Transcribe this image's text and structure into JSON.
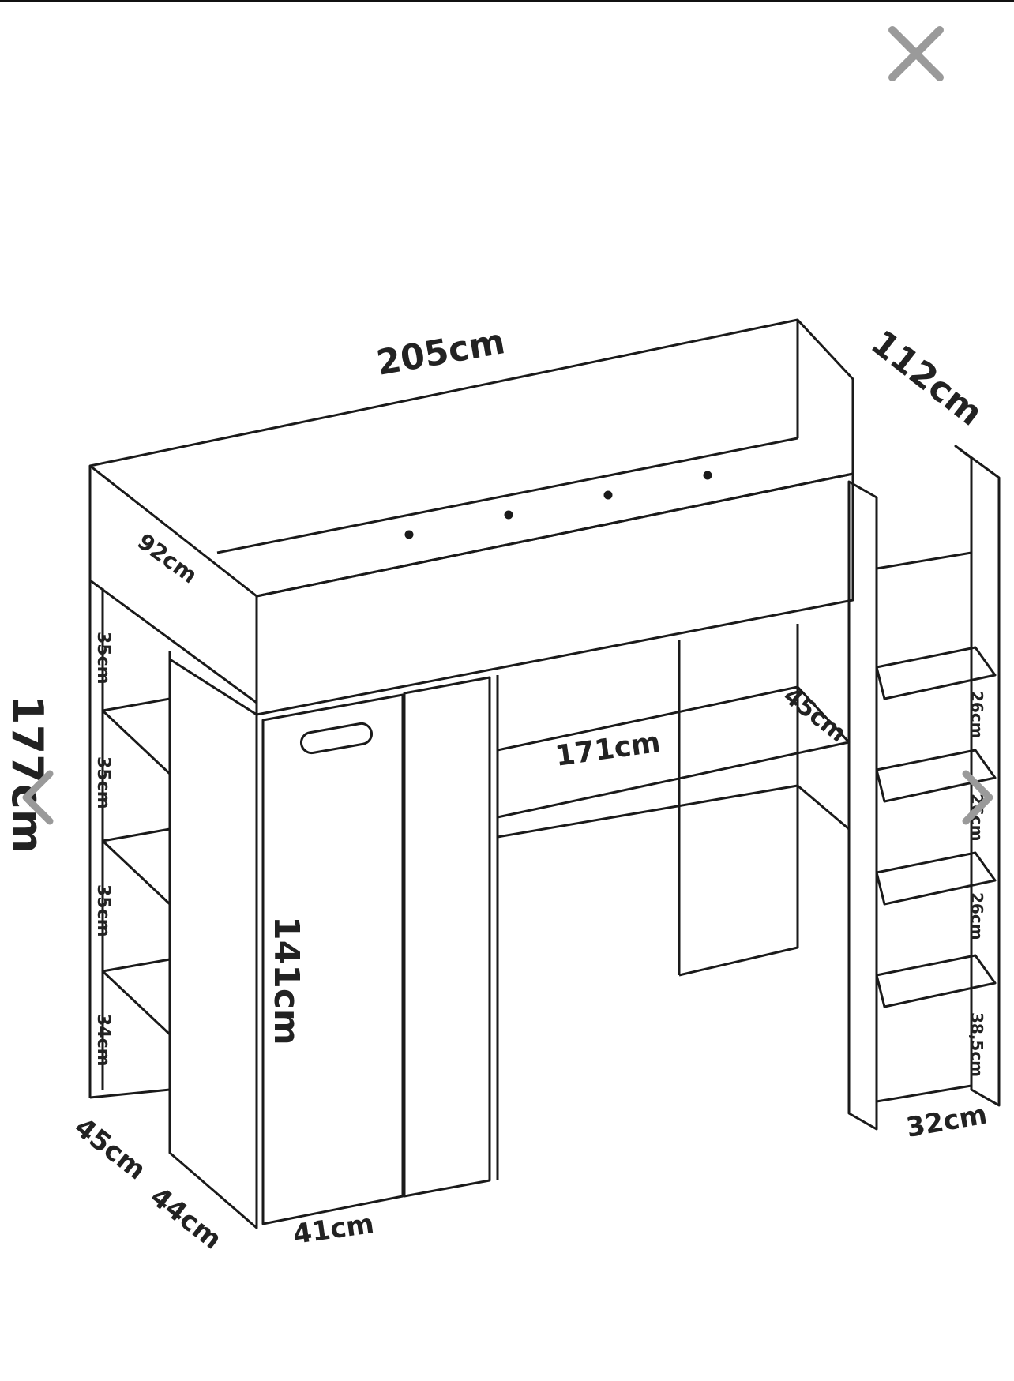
{
  "viewer": {
    "close_icon": "close-icon",
    "prev_icon": "chevron-left-icon",
    "next_icon": "chevron-right-icon",
    "accent_color": "#9a9a9a"
  },
  "drawing": {
    "dimensions": {
      "length": "205cm",
      "depth": "112cm",
      "bed_end": "92cm",
      "total_height": "177cm",
      "wardrobe_height": "141cm",
      "desk_width": "171cm",
      "desk_depth": "45cm",
      "ladder_width": "32cm",
      "wardrobe_width": "41cm",
      "base_depth_1": "45cm",
      "base_depth_2": "44cm",
      "shelf_1": "35cm",
      "shelf_2": "35cm",
      "shelf_3": "35cm",
      "shelf_4": "34cm",
      "step_1": "26cm",
      "step_2": "26cm",
      "step_3": "26cm",
      "step_4": "38,5cm"
    }
  }
}
